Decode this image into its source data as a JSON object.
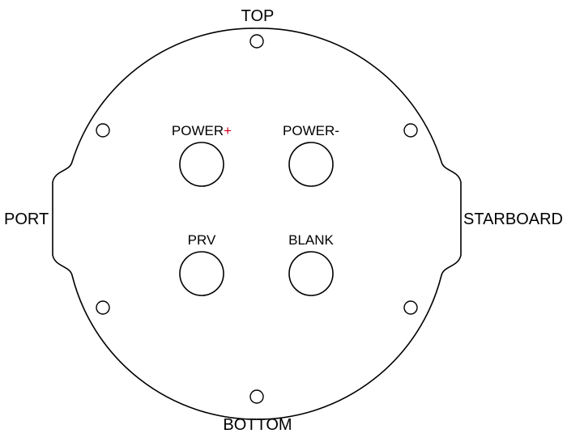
{
  "labels": {
    "top": "TOP",
    "bottom": "BOTTOM",
    "port": "PORT",
    "starboard": "STARBOARD"
  },
  "connectors": {
    "power_plus": {
      "label": "POWER",
      "sign": "+",
      "sign_color": "#d0021b"
    },
    "power_minus": {
      "label": "POWER-"
    },
    "prv": {
      "label": "PRV"
    },
    "blank": {
      "label": "BLANK"
    }
  },
  "colors": {
    "line": "#000000",
    "background": "#ffffff",
    "accent": "#d0021b"
  }
}
